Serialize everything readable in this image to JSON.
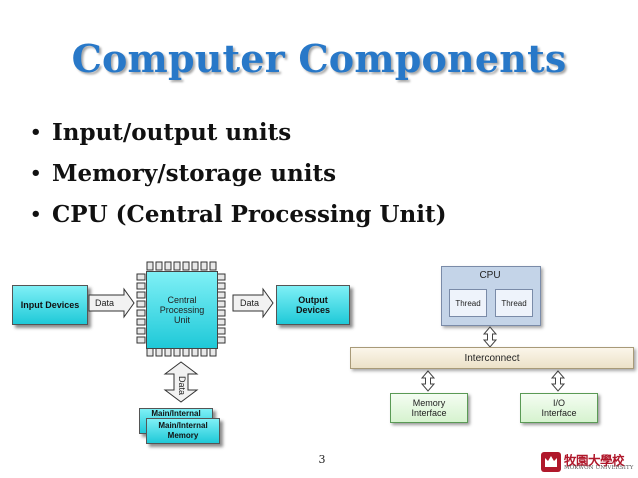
{
  "slide": {
    "title": "Computer Components",
    "bullets": [
      "Input/output units",
      "Memory/storage units",
      "CPU (Central Processing Unit)"
    ],
    "page_number": "3"
  },
  "left_diagram": {
    "input_devices": "Input Devices",
    "data_in": "Data",
    "cpu_line1": "Central",
    "cpu_line2": "Processing",
    "cpu_line3": "Unit",
    "data_out": "Data",
    "output_line1": "Output",
    "output_line2": "Devices",
    "data_vertical": "Data",
    "memory_back": "Main/Internal",
    "memory_front_line1": "Main/Internal",
    "memory_front_line2": "Memory"
  },
  "right_diagram": {
    "cpu_label": "CPU",
    "thread1": "Thread",
    "thread2": "Thread",
    "interconnect": "Interconnect",
    "memory_if_line1": "Memory",
    "memory_if_line2": "Interface",
    "io_if_line1": "I/O",
    "io_if_line2": "Interface"
  },
  "logo": {
    "name_cjk": "牧園大學校",
    "name_en": "MOKWON UNIVERSITY"
  },
  "colors": {
    "title": "#2878c8",
    "cyan": "#1fc9d8",
    "logo": "#b0182b",
    "green_border": "#5a9a55"
  }
}
